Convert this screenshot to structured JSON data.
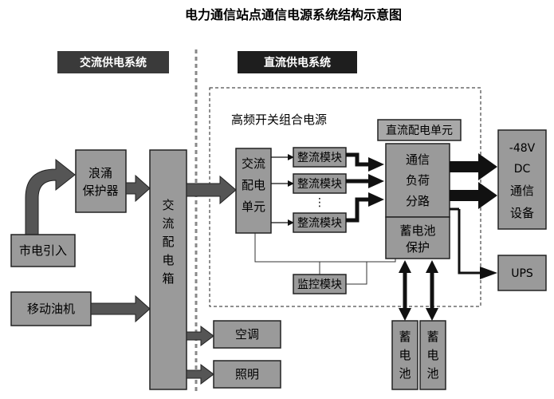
{
  "title": "电力通信站点通信电源系统结构示意图",
  "sections": {
    "ac": "交流供电系统",
    "dc": "直流供电系统"
  },
  "group_label": "高频开关组合电源",
  "nodes": {
    "mains": "市电引入",
    "generator": "移动油机",
    "surge_line1": "浪涌",
    "surge_line2": "保护器",
    "ac_box": [
      "交",
      "流",
      "配",
      "电",
      "箱"
    ],
    "ac_unit": [
      "交流",
      "配电",
      "单元"
    ],
    "rectifier": "整流模块",
    "monitor": "监控模块",
    "dc_unit": "直流配电单元",
    "load": [
      "通信",
      "负荷",
      "分路"
    ],
    "battery_protect": [
      "蓄电池",
      "保护"
    ],
    "battery": [
      "蓄",
      "电",
      "池"
    ],
    "aircon": "空调",
    "lighting": "照明",
    "equipment": [
      "-48V",
      "DC",
      "通信",
      "设备"
    ],
    "ups": "UPS"
  },
  "colors": {
    "box": "#9a9a9a",
    "header_dark": "#3a3a3a",
    "arrow_gray": "#555555",
    "arrow_black": "#111111"
  }
}
